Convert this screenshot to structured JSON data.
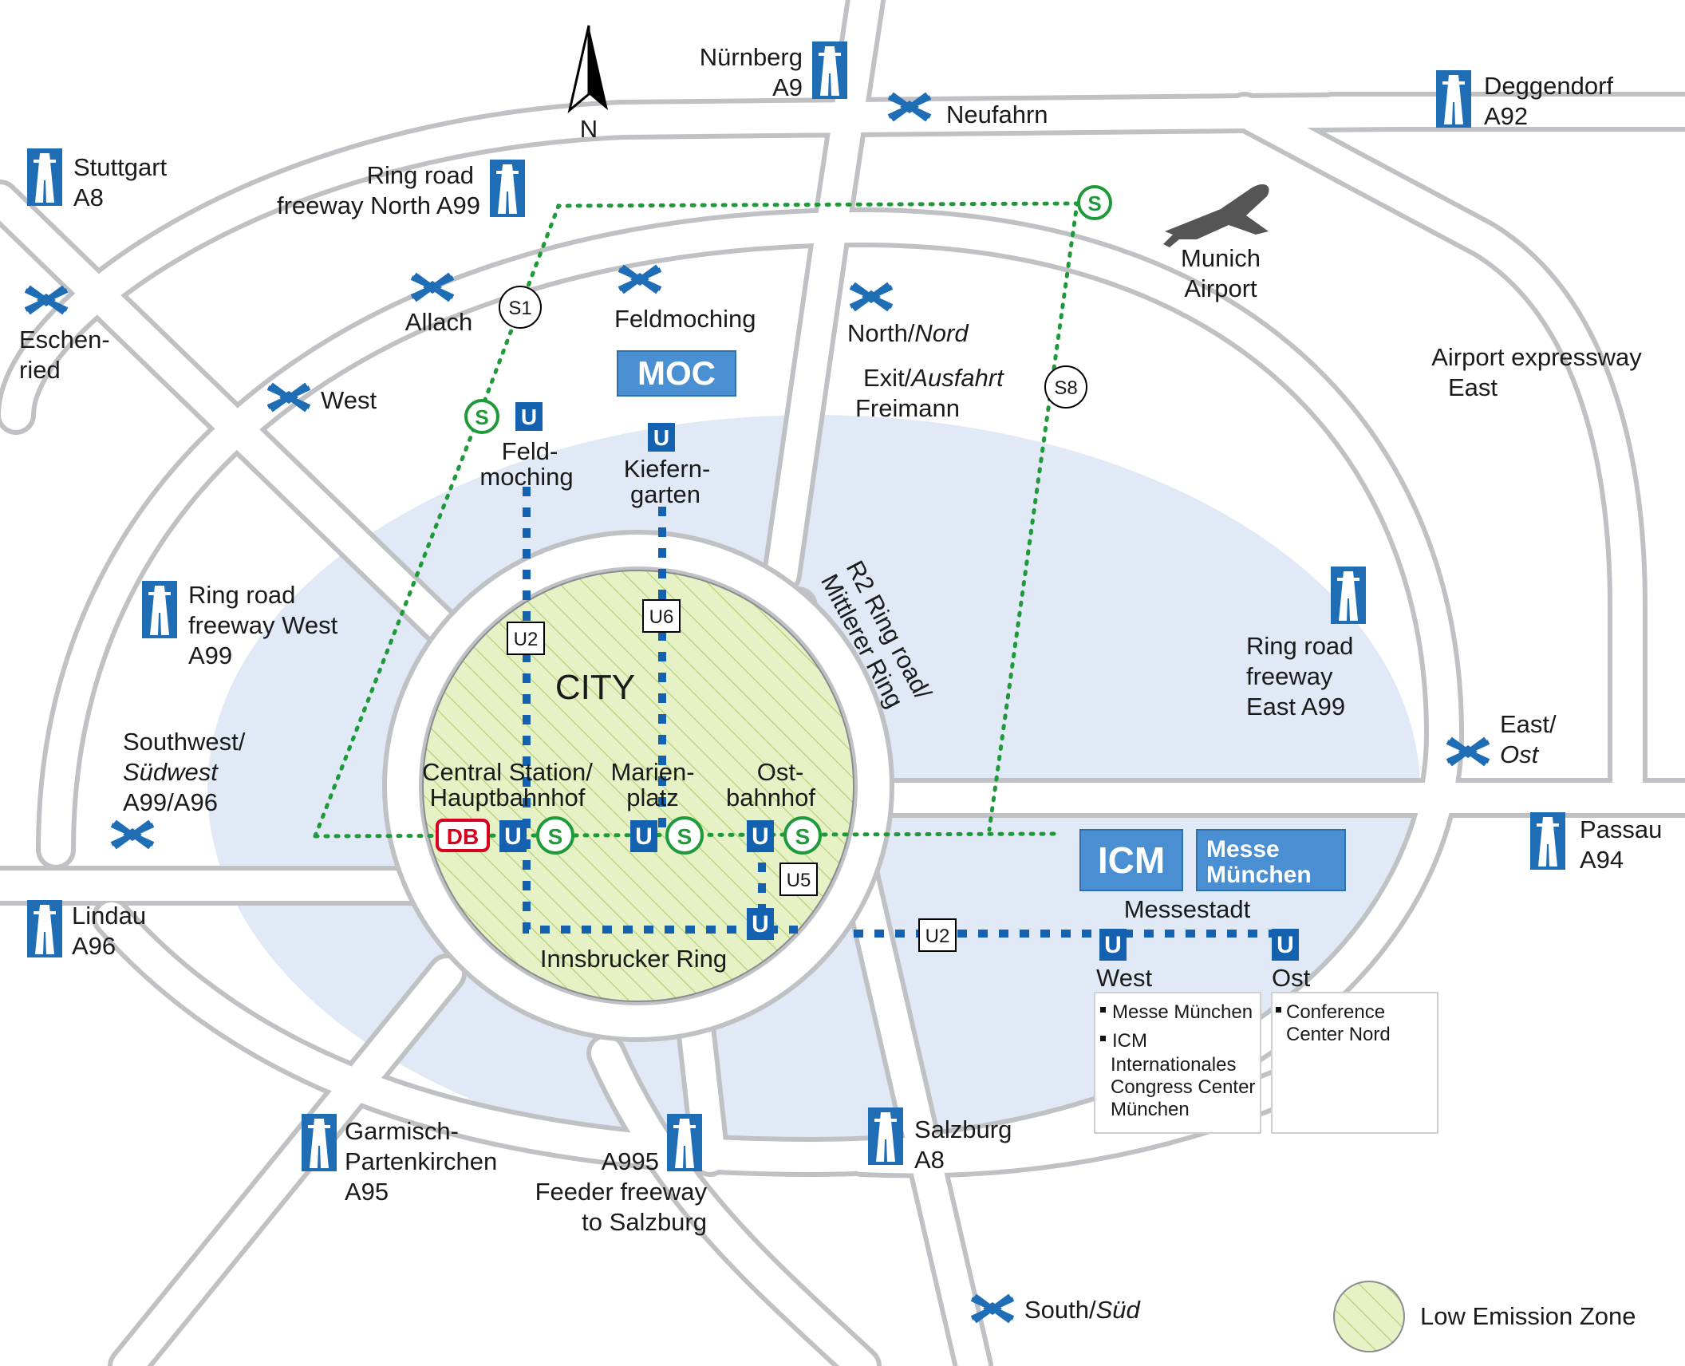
{
  "colors": {
    "road_fill": "#ffffff",
    "road_edge": "#bfc1c4",
    "lez_fill": "#e0e9f5",
    "city_fill": "#e6f2c6",
    "city_hatch": "#b6d07a",
    "ubahn": "#1461b0",
    "sbahn": "#1f9a3a",
    "db": "#d7001f",
    "venue_box": "#4a8fd1",
    "motorway_sign": "#1f6db5"
  },
  "north": "N",
  "city": "CITY",
  "motorways": {
    "nuernberg": [
      "Nürnberg",
      "A9"
    ],
    "deggendorf": [
      "Deggendorf",
      "A92"
    ],
    "stuttgart": [
      "Stuttgart",
      "A8"
    ],
    "ring_north": [
      "Ring road",
      "freeway North A99"
    ],
    "ring_west": [
      "Ring road",
      "freeway West",
      "A99"
    ],
    "ring_east": [
      "Ring road",
      "freeway",
      "East A99"
    ],
    "passau": [
      "Passau",
      "A94"
    ],
    "lindau": [
      "Lindau",
      "A96"
    ],
    "garmisch": [
      "Garmisch-",
      "Partenkirchen",
      "A95"
    ],
    "a995": [
      "A995",
      "Feeder freeway",
      "to Salzburg"
    ],
    "salzburg": [
      "Salzburg",
      "A8"
    ]
  },
  "interchanges": {
    "neufahrn": "Neufahrn",
    "eschenried": [
      "Eschen-",
      "ried"
    ],
    "allach": "Allach",
    "feldmoching": "Feldmoching",
    "north": "North/",
    "north_it": "Nord",
    "west": "West",
    "southwest": "Southwest/",
    "southwest_it": "Südwest",
    "southwest_road": "A99/A96",
    "east": "East/",
    "east_it": "Ost",
    "south": "South/",
    "south_it": "Süd"
  },
  "airport": [
    "Munich",
    "Airport"
  ],
  "airport_expressway": [
    "Airport expressway",
    "East"
  ],
  "exit": {
    "line1": "Exit/",
    "line1_it": "Ausfahrt",
    "line2": "Freimann"
  },
  "ring_label": [
    "R2 Ring road/",
    "Mittlerer Ring"
  ],
  "venues": {
    "moc": "MOC",
    "icm": "ICM",
    "messe": [
      "Messe",
      "München"
    ]
  },
  "stations": {
    "feldmoching": [
      "Feld-",
      "moching"
    ],
    "kieferngarten": [
      "Kiefern-",
      "garten"
    ],
    "central": [
      "Central Station/",
      "Hauptbahnhof"
    ],
    "marienplatz": [
      "Marien-",
      "platz"
    ],
    "ostbahnhof": [
      "Ost-",
      "bahnhof"
    ],
    "innsbrucker": "Innsbrucker Ring",
    "messestadt": "Messestadt",
    "messestadt_west": "West",
    "messestadt_ost": "Ost"
  },
  "lines": {
    "s1": "S1",
    "s8": "S8",
    "u2": "U2",
    "u6": "U6",
    "u5": "U5"
  },
  "symbols": {
    "u": "U",
    "s": "S",
    "db": "DB"
  },
  "info_west": [
    "Messe München",
    "ICM",
    "Internationales",
    "Congress Center",
    "München"
  ],
  "info_ost": [
    "Conference",
    "Center Nord"
  ],
  "legend": "Low Emission Zone"
}
